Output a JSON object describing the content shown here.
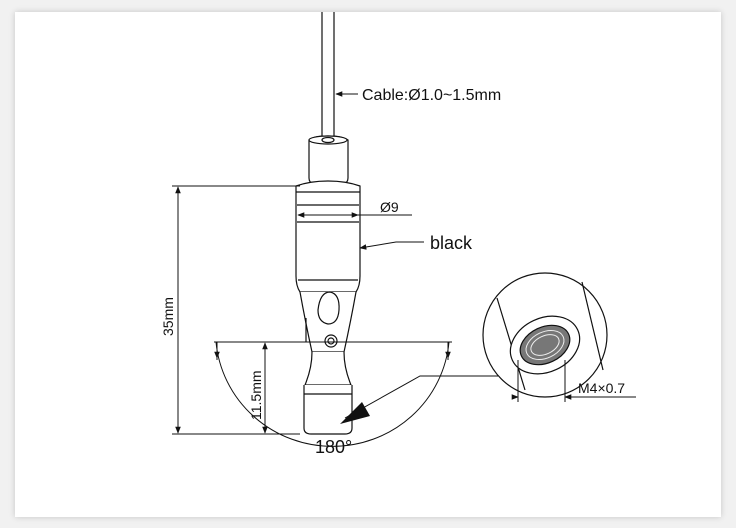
{
  "labels": {
    "cable": "Cable:Ø1.0~1.5mm",
    "diameter": "Ø9",
    "color": "black",
    "total_length": "35mm",
    "lower_length": "11.5mm",
    "angle": "180°",
    "thread": "M4×0.7"
  },
  "colors": {
    "line": "#111111",
    "thread_fill": "#777777",
    "background": "#ffffff",
    "page": "#f1f1f1"
  }
}
